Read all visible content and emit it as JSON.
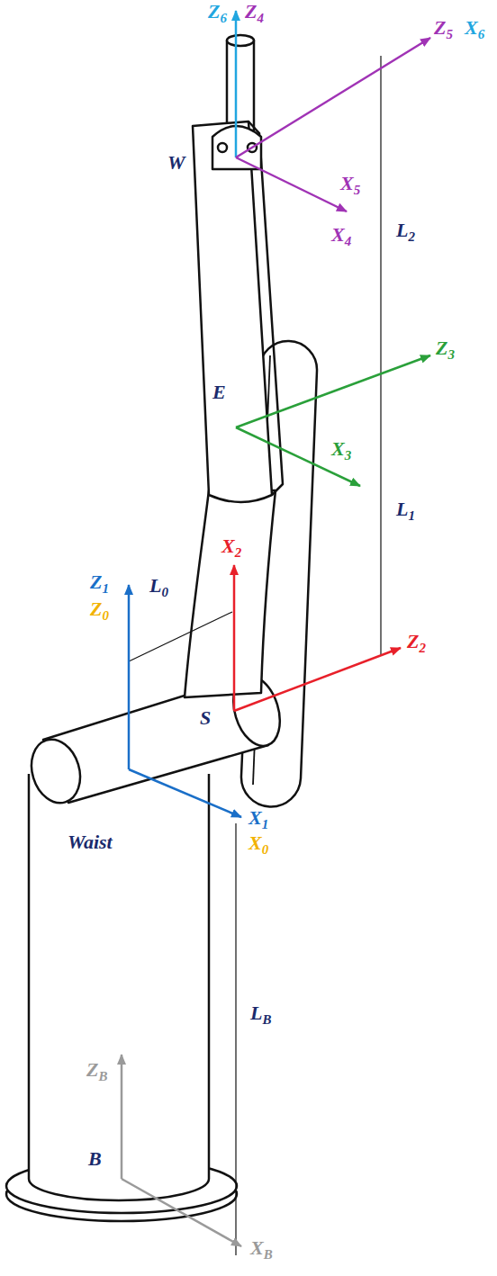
{
  "diagram": {
    "labels": [
      "Z6",
      "Z4",
      "W",
      "Z5",
      "X6",
      "X5",
      "X4",
      "L2",
      "Z3",
      "E",
      "X3",
      "L1",
      "X2",
      "Z1",
      "Z0",
      "L0",
      "Z2",
      "S",
      "X1",
      "X0",
      "Waist",
      "LB",
      "ZB",
      "B",
      "XB"
    ]
  }
}
